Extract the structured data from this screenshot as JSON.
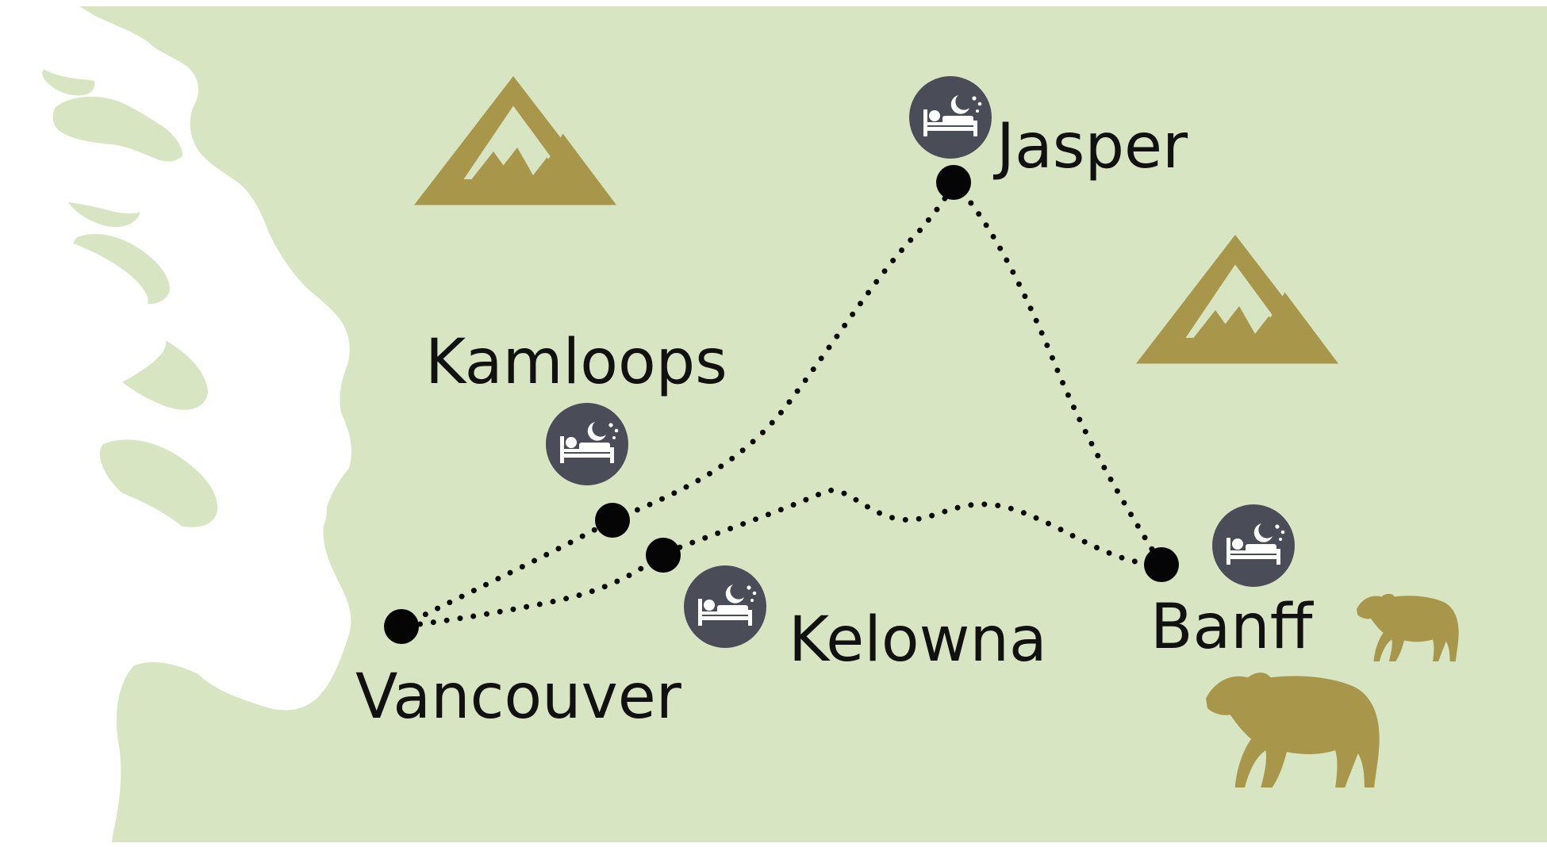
{
  "map": {
    "colors": {
      "land": "#d8e5c2",
      "coast_land": "#d8e5c2",
      "water": "#ffffff",
      "mountain": "#a8974a",
      "bear": "#a8974a",
      "route": "#0b0b0b",
      "hotel_marker": "#4a4d57"
    },
    "cities": [
      {
        "id": "vancouver",
        "label": "Vancouver",
        "overnight": false
      },
      {
        "id": "kamloops",
        "label": "Kamloops",
        "overnight": true
      },
      {
        "id": "jasper",
        "label": "Jasper",
        "overnight": true
      },
      {
        "id": "banff",
        "label": "Banff",
        "overnight": true
      },
      {
        "id": "kelowna",
        "label": "Kelowna",
        "overnight": true
      }
    ],
    "route_order": [
      "Vancouver",
      "Kamloops",
      "Jasper",
      "Banff",
      "Kelowna",
      "Vancouver"
    ],
    "icons": [
      "mountain-icon",
      "mountain-icon",
      "bear-icon",
      "bear-icon",
      "hotel-bed-icon"
    ]
  }
}
